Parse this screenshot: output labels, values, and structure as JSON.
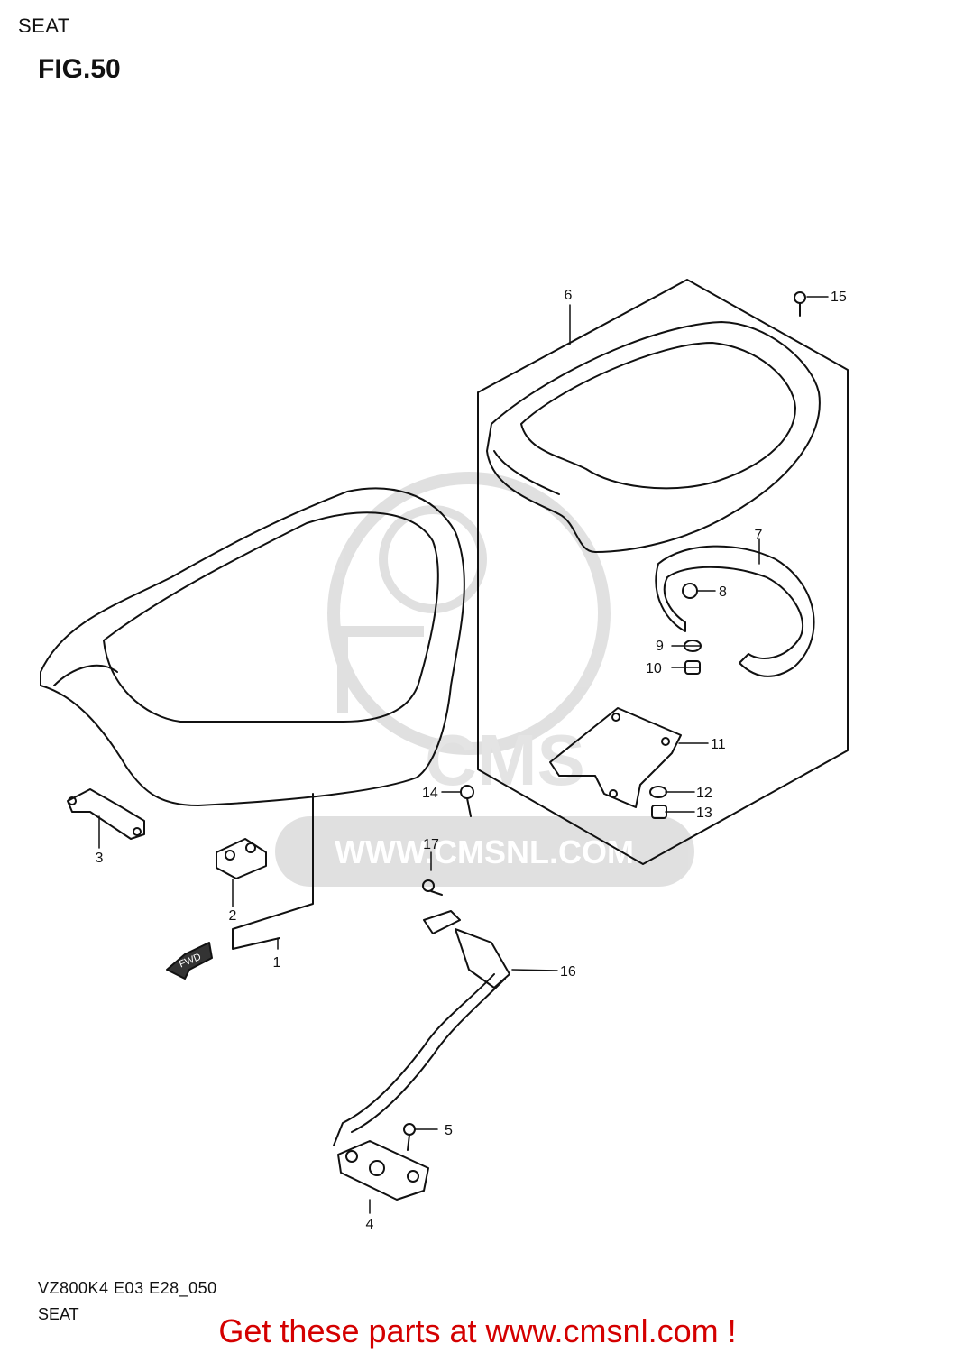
{
  "header": {
    "section": "SEAT",
    "figure": "FIG.50"
  },
  "footer": {
    "code": "VZ800K4 E03 E28_050",
    "section": "SEAT"
  },
  "watermark": {
    "text": "WWW.CMSNL.COM",
    "logo_text": "CMS"
  },
  "promo": {
    "text": "Get these parts at www.cmsnl.com !",
    "color": "#d40000"
  },
  "fwd_label": "FWD",
  "callouts": [
    "1",
    "2",
    "3",
    "4",
    "5",
    "6",
    "7",
    "8",
    "9",
    "10",
    "11",
    "12",
    "13",
    "14",
    "15",
    "16",
    "17"
  ]
}
